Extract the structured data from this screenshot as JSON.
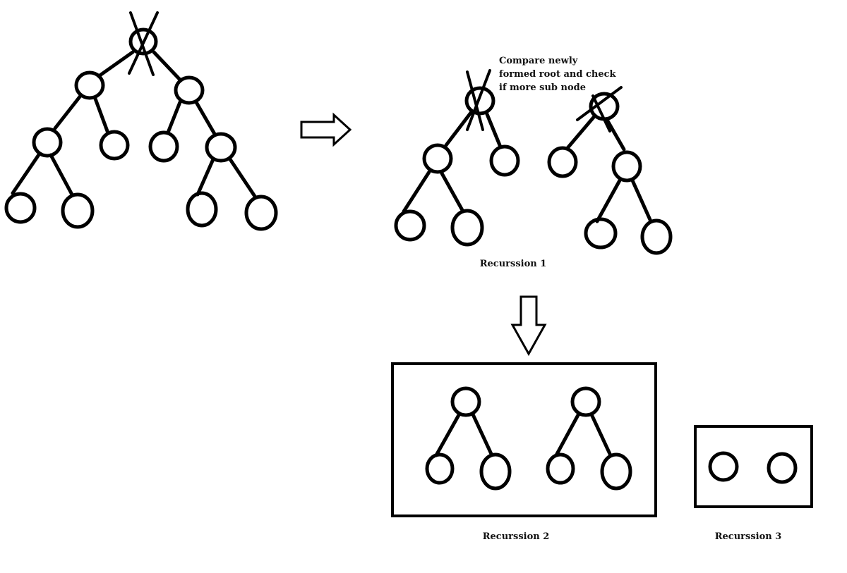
{
  "annotation": {
    "lines": [
      "Compare newly",
      "formed root and check",
      "if more sub node"
    ]
  },
  "labels": {
    "recursion1": "Recurssion 1",
    "recursion2": "Recurssion 2",
    "recursion3": "Recurssion 3"
  },
  "colors": {
    "ink": "#000000",
    "background": "#ffffff"
  }
}
